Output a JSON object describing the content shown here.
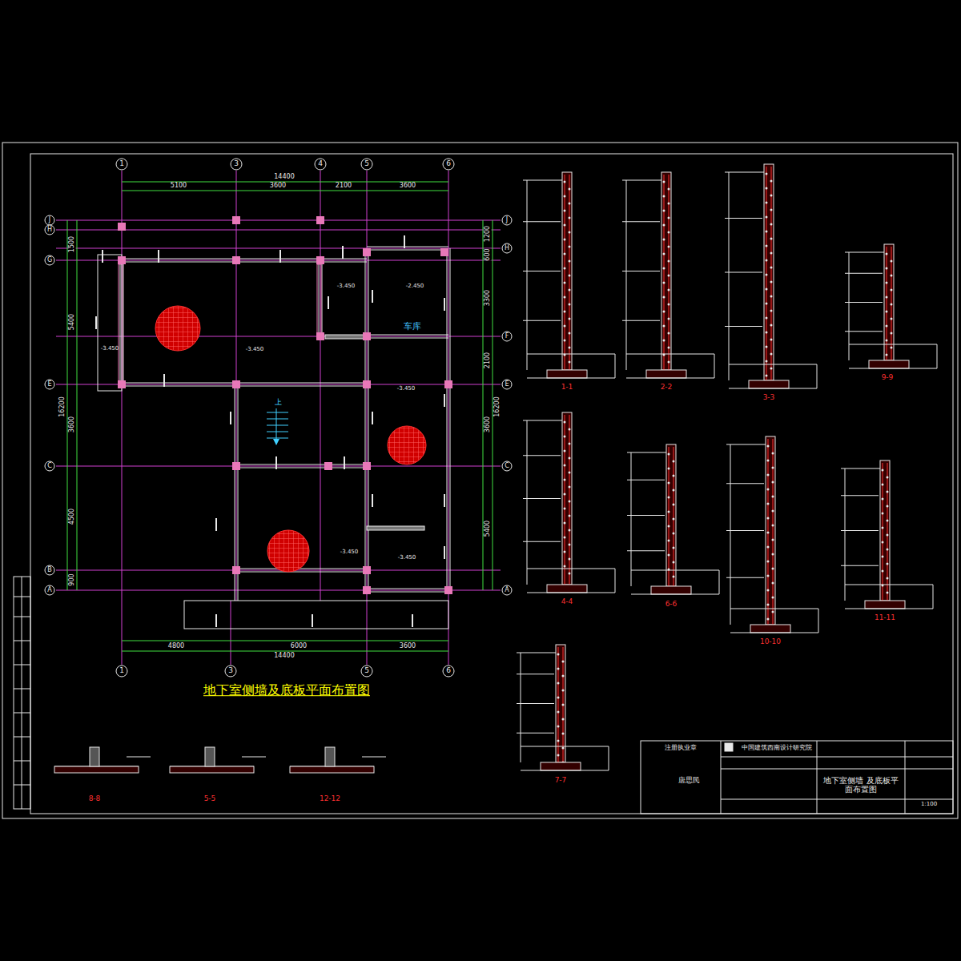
{
  "diagram": {
    "title": "地下室侧墙及底板平面布置图",
    "labels": [
      "1",
      "3",
      "4",
      "5",
      "6",
      "1",
      "3",
      "5",
      "6",
      "J",
      "H",
      "G",
      "E",
      "C",
      "B",
      "A",
      "J",
      "H",
      "F",
      "E",
      "C",
      "A",
      "14400",
      "5100",
      "3600",
      "2100",
      "3600",
      "4800",
      "6000",
      "3600",
      "14400",
      "1500",
      "5400",
      "3600",
      "4500",
      "900",
      "16200",
      "1200",
      "600",
      "3300",
      "2100",
      "3600",
      "5400",
      "16200",
      "车库",
      "-3.450",
      "-3.450",
      "-3.450",
      "-2.450",
      "-3.450",
      "-3.450",
      "-3.450",
      "上",
      "1-1",
      "2-2",
      "3-3",
      "9-9",
      "4-4",
      "6-6",
      "10-10",
      "11-11",
      "7-7",
      "8-8",
      "5-5",
      "12-12",
      "注册执业章",
      "唐思民",
      "中国建筑西南设计研究院",
      "地下室侧墙 及底板平面布置图",
      "1:100"
    ]
  }
}
